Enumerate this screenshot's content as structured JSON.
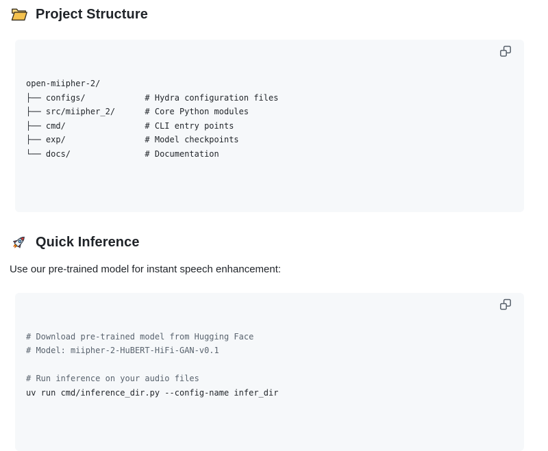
{
  "theme": {
    "page_bg": "#ffffff",
    "code_block_bg": "#f6f8fa",
    "text_color": "#1f2328",
    "comment_color": "#59636e",
    "copy_icon_color": "#57606a",
    "folder_emoji_fill": "#f5c24e",
    "rocket_flame_color": "#f59300"
  },
  "sections": {
    "project_structure": {
      "heading": "Project Structure",
      "icon": "open-folder-emoji",
      "code": {
        "lines": [
          {
            "text": "open-miipher-2/",
            "kind": "plain"
          },
          {
            "text": "├── configs/            # Hydra configuration files",
            "kind": "plain"
          },
          {
            "text": "├── src/miipher_2/      # Core Python modules",
            "kind": "plain"
          },
          {
            "text": "├── cmd/                # CLI entry points",
            "kind": "plain"
          },
          {
            "text": "├── exp/                # Model checkpoints",
            "kind": "plain"
          },
          {
            "text": "└── docs/               # Documentation",
            "kind": "plain"
          }
        ]
      }
    },
    "quick_inference": {
      "heading": "Quick Inference",
      "icon": "rocket-emoji",
      "intro": "Use our pre-trained model for instant speech enhancement:",
      "code": {
        "lines": [
          {
            "text": "# Download pre-trained model from Hugging Face",
            "kind": "comment"
          },
          {
            "text": "# Model: miipher-2-HuBERT-HiFi-GAN-v0.1",
            "kind": "comment"
          },
          {
            "text": "",
            "kind": "blank"
          },
          {
            "text": "# Run inference on your audio files",
            "kind": "comment"
          },
          {
            "text": "uv run cmd/inference_dir.py --config-name infer_dir",
            "kind": "command"
          }
        ]
      }
    }
  }
}
